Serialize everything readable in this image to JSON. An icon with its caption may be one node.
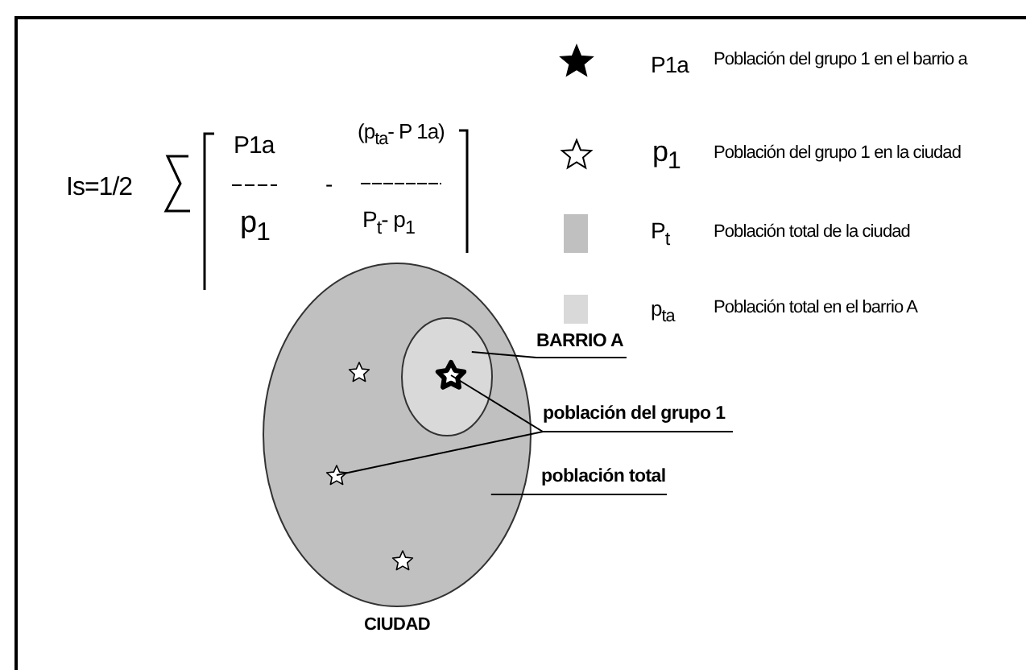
{
  "diagram": {
    "nodes": [
      {
        "text": [
          "CIUDAD"
        ]
      },
      {
        "text": [],
        "shape": "circle",
        "in": 0
      },
      {
        "text": [],
        "shape": "star",
        "in": 0
      },
      {
        "text": [],
        "shape": "star",
        "in": 1
      },
      {
        "text": [],
        "shape": "star",
        "in": 0
      },
      {
        "text": [],
        "shape": "star",
        "in": 0
      },
      {
        "text": [
          "BARRIO A"
        ]
      },
      {
        "text": [
          "población del grupo 1"
        ]
      },
      {
        "text": [
          "población total"
        ]
      }
    ],
    "edges": [
      {
        "from": 6,
        "to": 1,
        "arrow": "none"
      },
      {
        "from": 7,
        "to": 3,
        "arrow": "none"
      },
      {
        "from": 7,
        "to": 4,
        "arrow": "none"
      },
      {
        "from": 8,
        "to": 0,
        "arrow": "none"
      }
    ],
    "labels": [
      "Is=1/2",
      "P1a",
      "p$_{1}$",
      "-",
      "(p$_{ta}$- P 1a)",
      "P$_{t}$- p$_{1}$",
      "P1a",
      "p$_{1}$",
      "P$_{t}$",
      "p$_{ta}$"
    ],
    "legend": [
      {
        "text": "Población del grupo 1 en el barrio a"
      },
      {
        "text": "Población del grupo 1 en la ciudad"
      },
      {
        "text": "Población total de la ciudad",
        "color": "#c0c0c0"
      },
      {
        "text": "Población total en el barrio A",
        "color": "#d9d9d9"
      }
    ]
  }
}
